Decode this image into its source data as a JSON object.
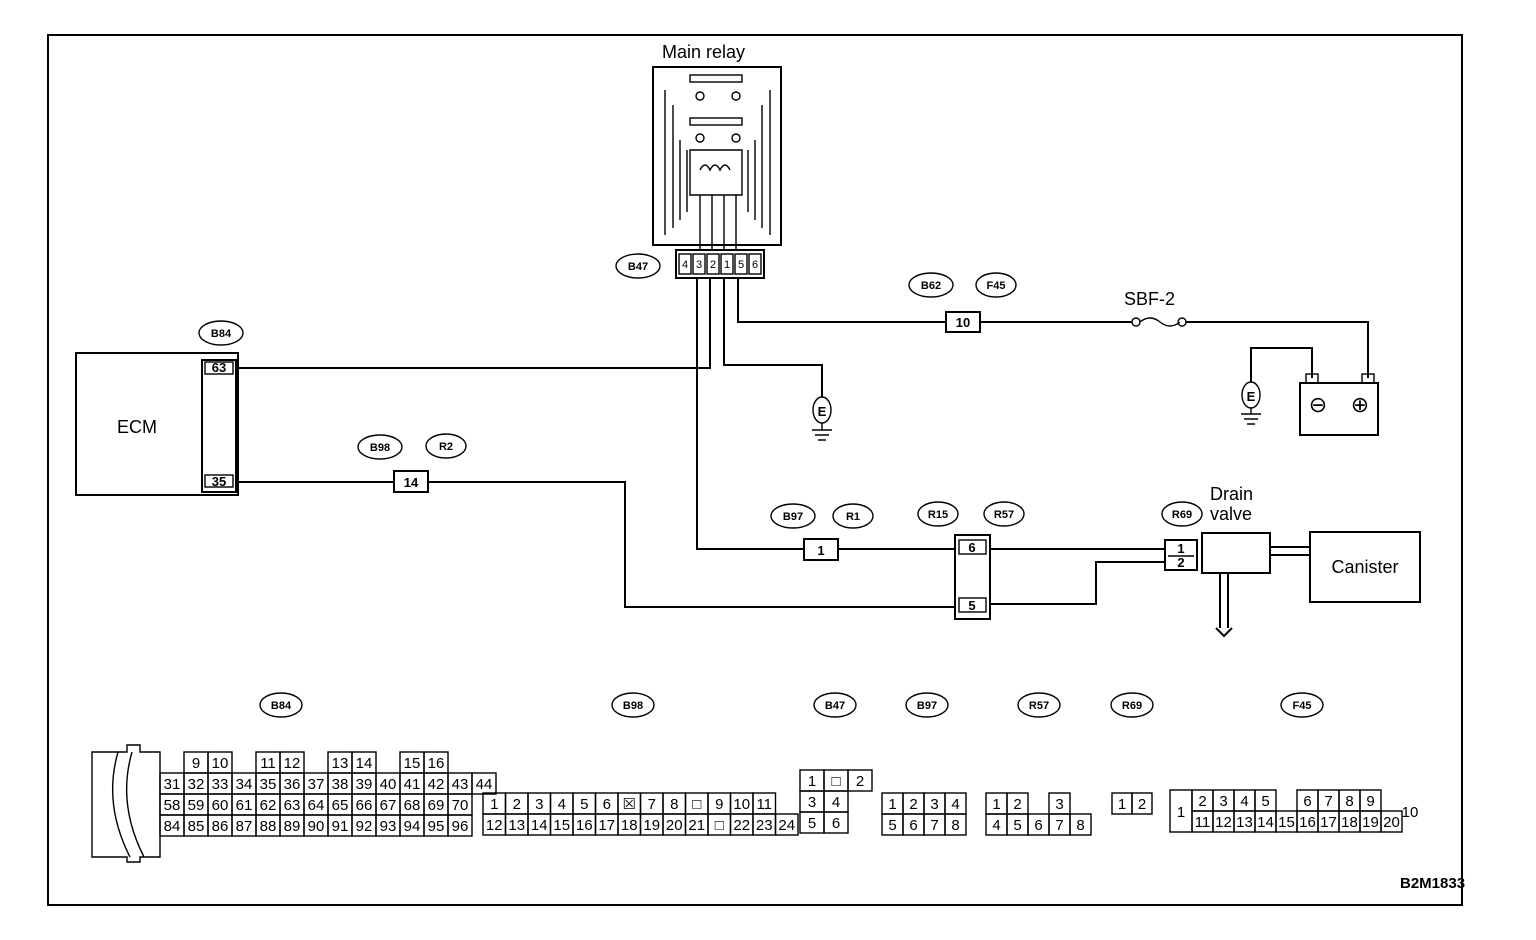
{
  "components": {
    "main_relay": "Main relay",
    "ecm": "ECM",
    "canister": "Canister",
    "drain_valve_line1": "Drain",
    "drain_valve_line2": "valve",
    "fuse": "SBF-2",
    "ground": "E",
    "battery_neg": "⊖",
    "battery_pos": "⊕"
  },
  "connector_tags": {
    "b47": "B47",
    "b84": "B84",
    "b62": "B62",
    "f45": "F45",
    "b98": "B98",
    "r2": "R2",
    "b97": "B97",
    "r1": "R1",
    "r15": "R15",
    "r57": "R57",
    "r69": "R69"
  },
  "pins": {
    "b47_pins": [
      "4",
      "3",
      "2",
      "1",
      "5",
      "6"
    ],
    "b84_top": "63",
    "b84_bottom": "35",
    "b62": "10",
    "b98": "14",
    "b97": "1",
    "r57_top": "6",
    "r57_bottom": "5",
    "r69_top": "1",
    "r69_bottom": "2"
  },
  "connector_views": [
    {
      "tag": "B84",
      "rows": [
        [
          "9",
          "10",
          "",
          "11",
          "12",
          "",
          "13",
          "14",
          "",
          "15",
          "16"
        ],
        [
          "31",
          "32",
          "33",
          "34",
          "35",
          "36",
          "37",
          "38",
          "39",
          "40",
          "41",
          "42",
          "43",
          "44"
        ],
        [
          "58",
          "59",
          "60",
          "61",
          "62",
          "63",
          "64",
          "65",
          "66",
          "67",
          "68",
          "69",
          "70"
        ],
        [
          "84",
          "85",
          "86",
          "87",
          "88",
          "89",
          "90",
          "91",
          "92",
          "93",
          "94",
          "95",
          "96"
        ]
      ]
    },
    {
      "tag": "B98",
      "rows": [
        [
          "1",
          "2",
          "3",
          "4",
          "5",
          "6",
          "☒",
          "7",
          "8",
          "□",
          "9",
          "10",
          "11"
        ],
        [
          "12",
          "13",
          "14",
          "15",
          "16",
          "17",
          "18",
          "19",
          "20",
          "21",
          "□",
          "22",
          "23",
          "24"
        ]
      ]
    },
    {
      "tag": "B47",
      "rows": [
        [
          "1",
          "□",
          "2"
        ],
        [
          "3",
          "4"
        ],
        [
          "5",
          "6"
        ]
      ]
    },
    {
      "tag": "B97",
      "rows": [
        [
          "1",
          "2",
          "3",
          "4"
        ],
        [
          "5",
          "6",
          "7",
          "8"
        ]
      ]
    },
    {
      "tag": "R57",
      "rows": [
        [
          "1",
          "2",
          "",
          "3"
        ],
        [
          "4",
          "5",
          "6",
          "7",
          "8"
        ]
      ]
    },
    {
      "tag": "R69",
      "rows": [
        [
          "1",
          "2"
        ]
      ]
    },
    {
      "tag": "F45",
      "rows": [
        [
          "1"
        ],
        [
          "2",
          "3",
          "4",
          "5",
          "",
          "6",
          "7",
          "8",
          "9"
        ],
        [
          "11",
          "12",
          "13",
          "14",
          "15",
          "16",
          "17",
          "18",
          "19",
          "20"
        ],
        [
          "10"
        ]
      ]
    }
  ],
  "figure_code": "B2M1833"
}
